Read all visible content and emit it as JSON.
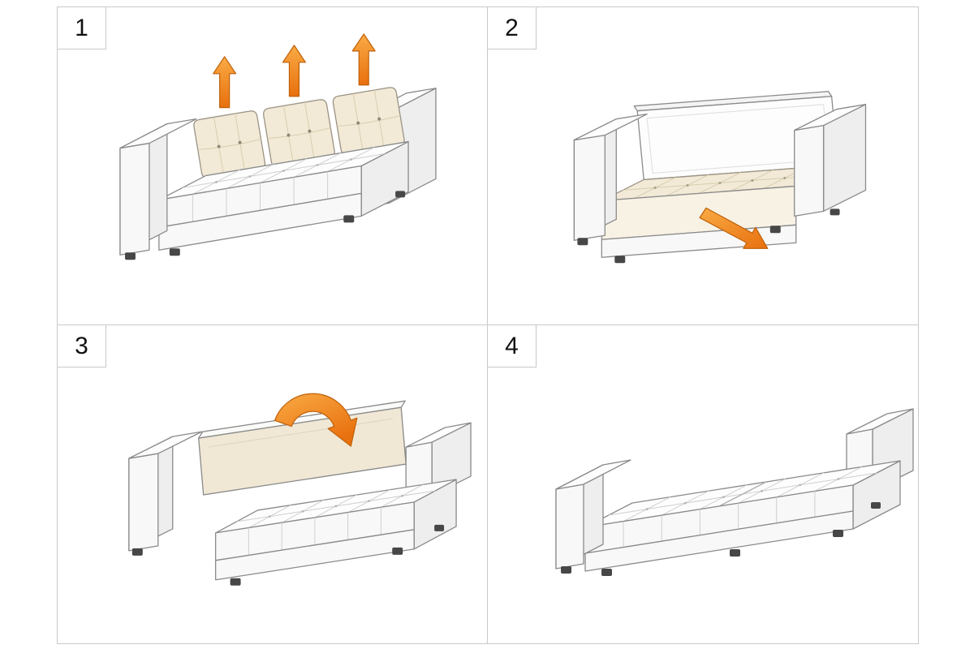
{
  "steps": [
    {
      "number": "1",
      "action": "lift-back-cushions",
      "arrow_icon": "three-arrows-up"
    },
    {
      "number": "2",
      "action": "pull-out-seat-frame",
      "arrow_icon": "arrow-down-right"
    },
    {
      "number": "3",
      "action": "fold-backrest-forward",
      "arrow_icon": "curved-rotate-arrow"
    },
    {
      "number": "4",
      "action": "bed-fully-unfolded",
      "arrow_icon": "none"
    }
  ],
  "colors": {
    "arrow_orange": "#e8700e",
    "arrow_orange_light": "#f9ab45",
    "arrow_outline": "#bf5f08",
    "outline_gray": "#8a8a8a",
    "grid_line": "#c9c9c9",
    "cushion_cream": "#f2ead7",
    "surface_white": "#fdfdfd"
  }
}
